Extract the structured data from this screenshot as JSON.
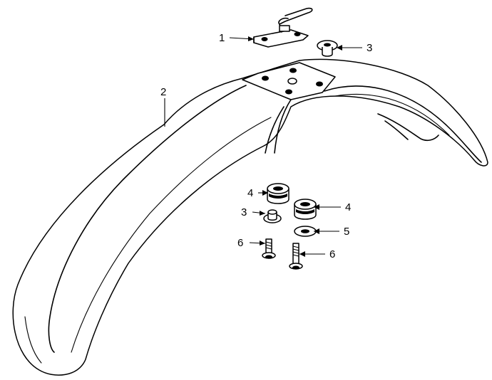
{
  "callouts": {
    "stay": "1",
    "fender": "2",
    "collar_top": "3",
    "collar_lower": "3",
    "cushion_left": "4",
    "cushion_right": "4",
    "washer": "5",
    "bolt_left": "6",
    "bolt_right": "6"
  }
}
